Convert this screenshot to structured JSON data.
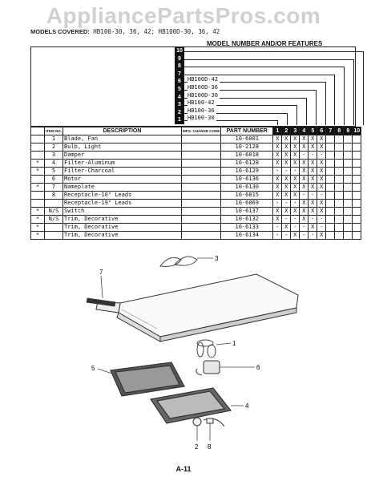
{
  "watermark": "AppliancePartsPros.com",
  "models_covered": {
    "label": "MODELS COVERED:",
    "value": "HB100-30, 36, 42;  HB100D-30, 36, 42"
  },
  "features_header": "MODEL NUMBER AND/OR FEATURES",
  "column_numbers": [
    "1",
    "2",
    "3",
    "4",
    "5",
    "6",
    "7",
    "8",
    "9",
    "10"
  ],
  "models": [
    {
      "num": "6",
      "name": "HB100D-42"
    },
    {
      "num": "5",
      "name": "HB100D-36"
    },
    {
      "num": "4",
      "name": "HB100D-30"
    },
    {
      "num": "3",
      "name": "HB100-42"
    },
    {
      "num": "2",
      "name": "HB100-36"
    },
    {
      "num": "1",
      "name": "HB100-30"
    }
  ],
  "table_headers": {
    "item": "ITEM NO.",
    "description": "DESCRIPTION",
    "mfg": "MFG. CHANGE CODE",
    "part": "PART NUMBER"
  },
  "rows": [
    {
      "star": "",
      "item": "1",
      "desc": "Blade, Fan",
      "mfg": "",
      "part": "10-6001",
      "cols": [
        "X",
        "X",
        "X",
        "X",
        "X",
        "X",
        "",
        "",
        "",
        ""
      ]
    },
    {
      "star": "",
      "item": "2",
      "desc": "Bulb, Light",
      "mfg": "",
      "part": "10-2128",
      "cols": [
        "X",
        "X",
        "X",
        "X",
        "X",
        "X",
        "",
        "",
        "",
        ""
      ]
    },
    {
      "star": "",
      "item": "3",
      "desc": "Damper",
      "mfg": "",
      "part": "10-6018",
      "cols": [
        "X",
        "X",
        "X",
        "-",
        "-",
        "-",
        "",
        "",
        "",
        ""
      ]
    },
    {
      "star": "*",
      "item": "4",
      "desc": "Filter-Aluminum",
      "mfg": "",
      "part": "10-6128",
      "cols": [
        "X",
        "X",
        "X",
        "X",
        "X",
        "X",
        "",
        "",
        "",
        ""
      ]
    },
    {
      "star": "*",
      "item": "5",
      "desc": "Filter-Charcoal",
      "mfg": "",
      "part": "10-6129",
      "cols": [
        "-",
        "-",
        "-",
        "X",
        "X",
        "X",
        "",
        "",
        "",
        ""
      ]
    },
    {
      "star": "",
      "item": "6",
      "desc": "Motor",
      "mfg": "",
      "part": "10-6136",
      "cols": [
        "X",
        "X",
        "X",
        "X",
        "X",
        "X",
        "",
        "",
        "",
        ""
      ]
    },
    {
      "star": "*",
      "item": "7",
      "desc": "Nameplate",
      "mfg": "",
      "part": "10-6130",
      "cols": [
        "X",
        "X",
        "X",
        "X",
        "X",
        "X",
        "",
        "",
        "",
        ""
      ]
    },
    {
      "star": "",
      "item": "8",
      "desc": "Receptacle-10\" Leads",
      "mfg": "",
      "part": "10-6015",
      "cols": [
        "X",
        "X",
        "X",
        "-",
        "-",
        "-",
        "",
        "",
        "",
        ""
      ]
    },
    {
      "star": "",
      "item": "",
      "desc": "Receptacle-19\" Leads",
      "mfg": "",
      "part": "10-6069",
      "cols": [
        "-",
        "-",
        "-",
        "X",
        "X",
        "X",
        "",
        "",
        "",
        ""
      ]
    },
    {
      "star": "*",
      "item": "N/S",
      "desc": "Switch",
      "mfg": "",
      "part": "10-6137",
      "cols": [
        "X",
        "X",
        "X",
        "X",
        "X",
        "X",
        "",
        "",
        "",
        ""
      ]
    },
    {
      "star": "*",
      "item": "N/S",
      "desc": "Trim, Decorative",
      "mfg": "",
      "part": "10-6132",
      "cols": [
        "X",
        "-",
        "-",
        "X",
        "-",
        "-",
        "",
        "",
        "",
        ""
      ]
    },
    {
      "star": "*",
      "item": "",
      "desc": "Trim, Decorative",
      "mfg": "",
      "part": "10-6133",
      "cols": [
        "-",
        "X",
        "-",
        "-",
        "X",
        "-",
        "",
        "",
        "",
        ""
      ]
    },
    {
      "star": "*",
      "item": "",
      "desc": "Trim, Decorative",
      "mfg": "",
      "part": "10-6134",
      "cols": [
        "-",
        "-",
        "X",
        "-",
        "-",
        "X",
        "",
        "",
        "",
        ""
      ]
    }
  ],
  "callouts": [
    "1",
    "2",
    "3",
    "4",
    "5",
    "6",
    "7",
    "8"
  ],
  "page_number": "A-11"
}
